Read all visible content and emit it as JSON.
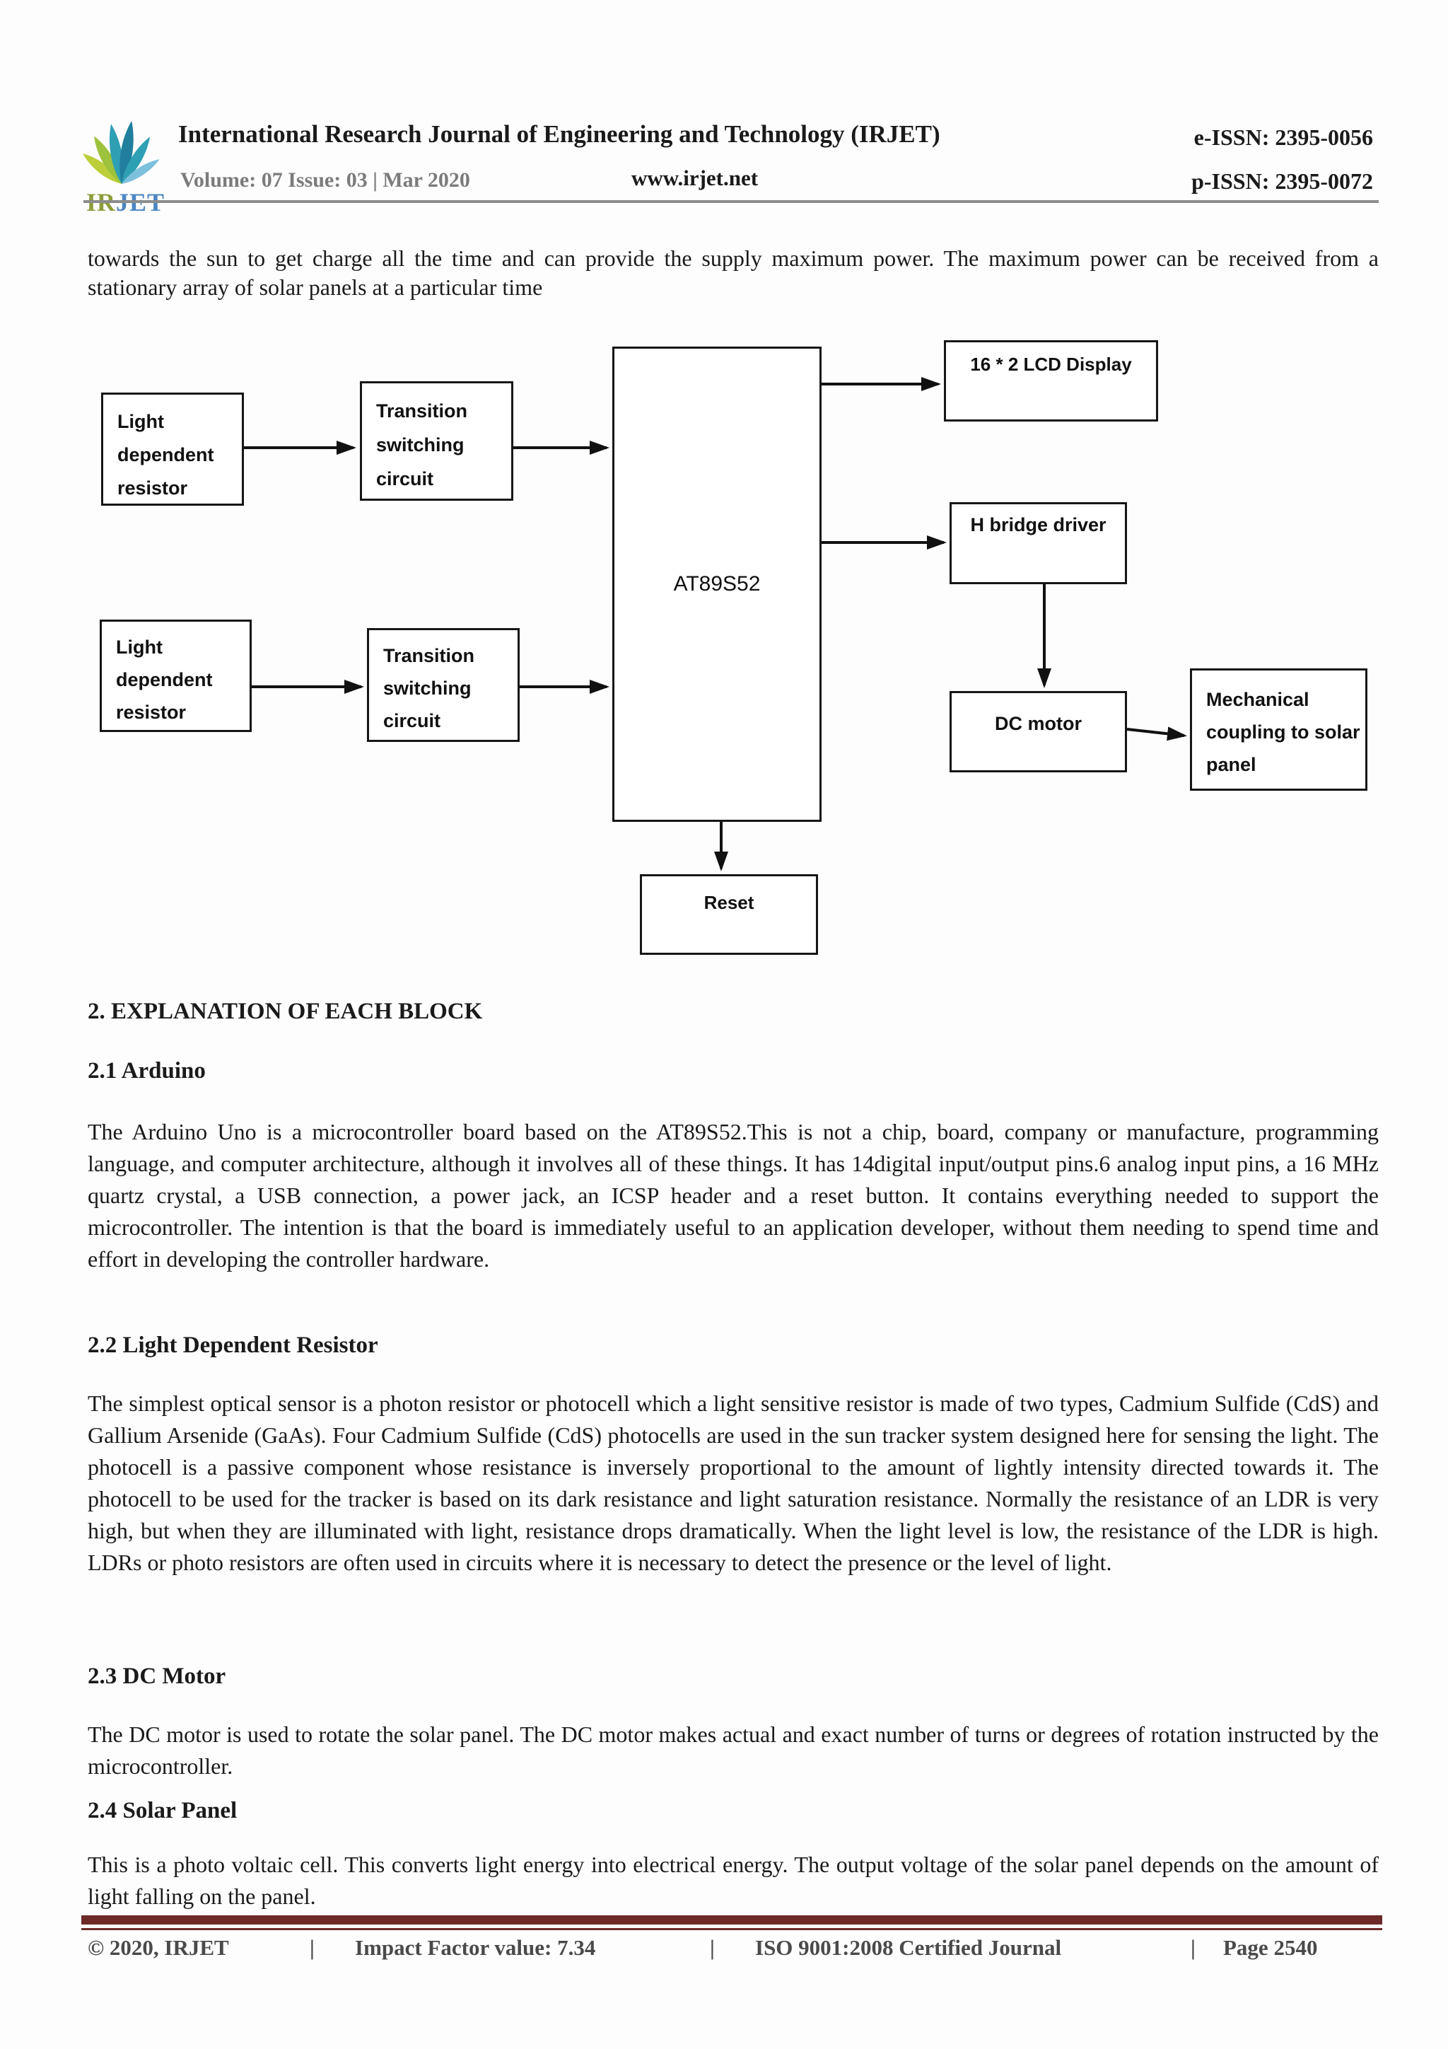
{
  "header": {
    "logo_text_ir": "IR",
    "logo_text_jet": "JET",
    "title": "International Research Journal of Engineering and Technology (IRJET)",
    "eissn": "e-ISSN: 2395-0056",
    "volume_line": "Volume: 07 Issue: 03 | Mar 2020",
    "website": "www.irjet.net",
    "pissn": "p-ISSN: 2395-0072"
  },
  "intro_paragraph": "towards the sun to get charge all the time and can provide the supply maximum power. The maximum power can be received from a stationary array of solar panels at a particular time",
  "diagram": {
    "ldr_top": "Light dependent resistor",
    "tsc_top": "Transition switching circuit",
    "ldr_bottom": "Light dependent resistor",
    "tsc_bottom": "Transition switching circuit",
    "mcu": "AT89S52",
    "lcd": "16 * 2 LCD Display",
    "h_bridge": "H bridge driver",
    "dc_motor": "DC motor",
    "coupling": "Mechanical coupling to solar panel",
    "reset": "Reset"
  },
  "sections": [
    {
      "heading": "2. EXPLANATION OF EACH BLOCK"
    },
    {
      "heading": "2.1 Arduino",
      "body": "The Arduino Uno is a microcontroller board based on the AT89S52.This is not a chip, board, company or manufacture, programming language, and computer architecture, although it involves all of these things. It has 14digital input/output pins.6 analog input pins, a 16 MHz quartz crystal, a USB connection, a power jack, an ICSP header and a reset button. It contains everything needed to support the microcontroller. The intention is that the board is immediately useful to an application developer, without them needing to spend time and effort in developing the controller hardware."
    },
    {
      "heading": "2.2 Light Dependent Resistor",
      "body": "The simplest optical sensor is a photon resistor or photocell which a light sensitive resistor is made of two types, Cadmium Sulfide (CdS) and Gallium Arsenide (GaAs). Four Cadmium Sulfide (CdS) photocells are used in the sun tracker system designed here for sensing the light. The photocell is a passive component whose resistance is inversely proportional to the amount of lightly intensity directed towards it. The photocell to be used for the tracker is based on its dark resistance and light saturation resistance. Normally the resistance of an LDR is very high, but when they are illuminated with light, resistance drops dramatically. When the light level is low, the resistance of the LDR is high. LDRs or photo resistors are often used in circuits where it is necessary to detect the presence or the level of light."
    },
    {
      "heading": "2.3 DC Motor",
      "body": "The DC motor is used to rotate the solar panel. The DC motor makes actual and exact number of turns or degrees of rotation instructed by the microcontroller."
    },
    {
      "heading": "2.4 Solar Panel",
      "body": "This is a photo voltaic cell. This converts light energy into electrical energy. The output voltage of the solar panel depends on the amount of light falling on the panel."
    }
  ],
  "footer": {
    "copyright": "© 2020, IRJET",
    "separator": "|",
    "impact": "Impact Factor value: 7.34",
    "iso": "ISO 9001:2008 Certified Journal",
    "page": "Page 2540"
  },
  "colors": {
    "footer_bar": "#6c2a28",
    "header_rule": "#8c8c8c",
    "volume_gray": "#7b7b7b",
    "footer_text": "#4a4a4a",
    "leaf_green_light": "#bccf3b",
    "leaf_green": "#9dc23c",
    "leaf_teal": "#2f9fb4",
    "leaf_teal_dark": "#1f7f9c",
    "leaf_blue": "#7cc0dc",
    "logo_ir": "#8e9c3a",
    "logo_jet": "#4b86c2"
  }
}
